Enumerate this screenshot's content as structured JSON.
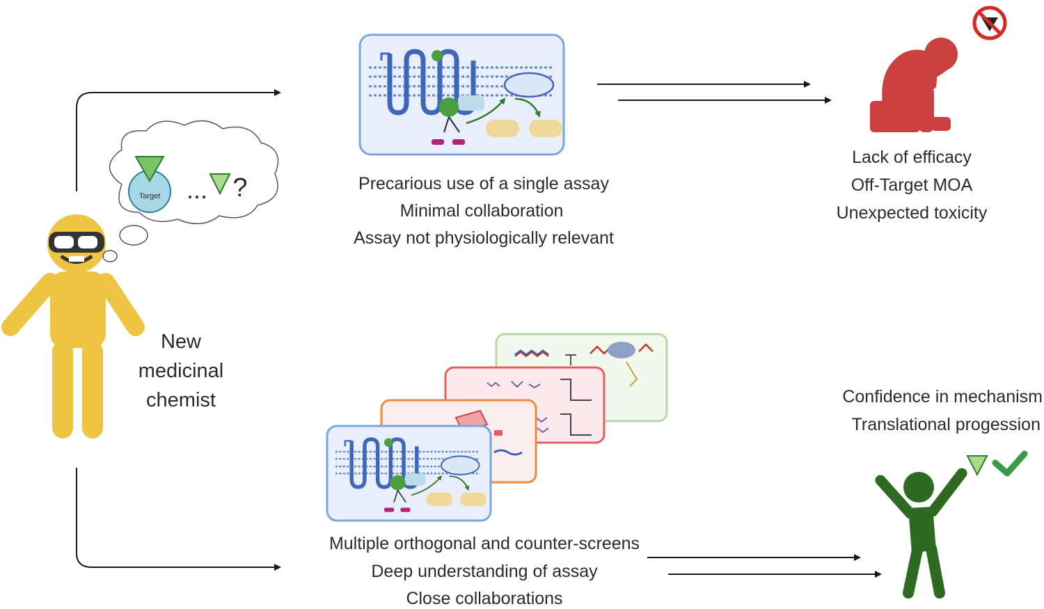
{
  "chemist": {
    "label_lines": [
      "New",
      "medicinal",
      "chemist"
    ],
    "bubble_target_label": "Target",
    "bubble_ellipsis": "...",
    "bubble_question": "?"
  },
  "top_path": {
    "captions": [
      "Precarious use of a single assay",
      "Minimal collaboration",
      "Assay not physiologically relevant"
    ],
    "outcomes": [
      "Lack of efficacy",
      "Off-Target MOA",
      "Unexpected toxicity"
    ]
  },
  "bottom_path": {
    "captions": [
      "Multiple orthogonal and counter-screens",
      "Deep understanding of assay",
      "Close collaborations"
    ],
    "outcomes": [
      "Confidence in mechanism",
      "Translational progession"
    ]
  },
  "colors": {
    "chemist": "#eec443",
    "failure": "#c9403e",
    "success": "#2f6a22",
    "assay_border": "#7aa6dc",
    "assay_fill": "#e8eefa",
    "receptor": "#3f66b8",
    "ligand": "#4a9d3a",
    "card_orange": "#ee8a3a",
    "card_red": "#e06060",
    "card_green": "#b9d8a6"
  },
  "icons": {
    "chemist": "person-goggles-icon",
    "thought": "thought-bubble-icon",
    "failure": "frustrated-person-icon",
    "no_drug": "no-drug-icon",
    "success": "celebrating-person-icon",
    "check": "checkmark-icon"
  }
}
